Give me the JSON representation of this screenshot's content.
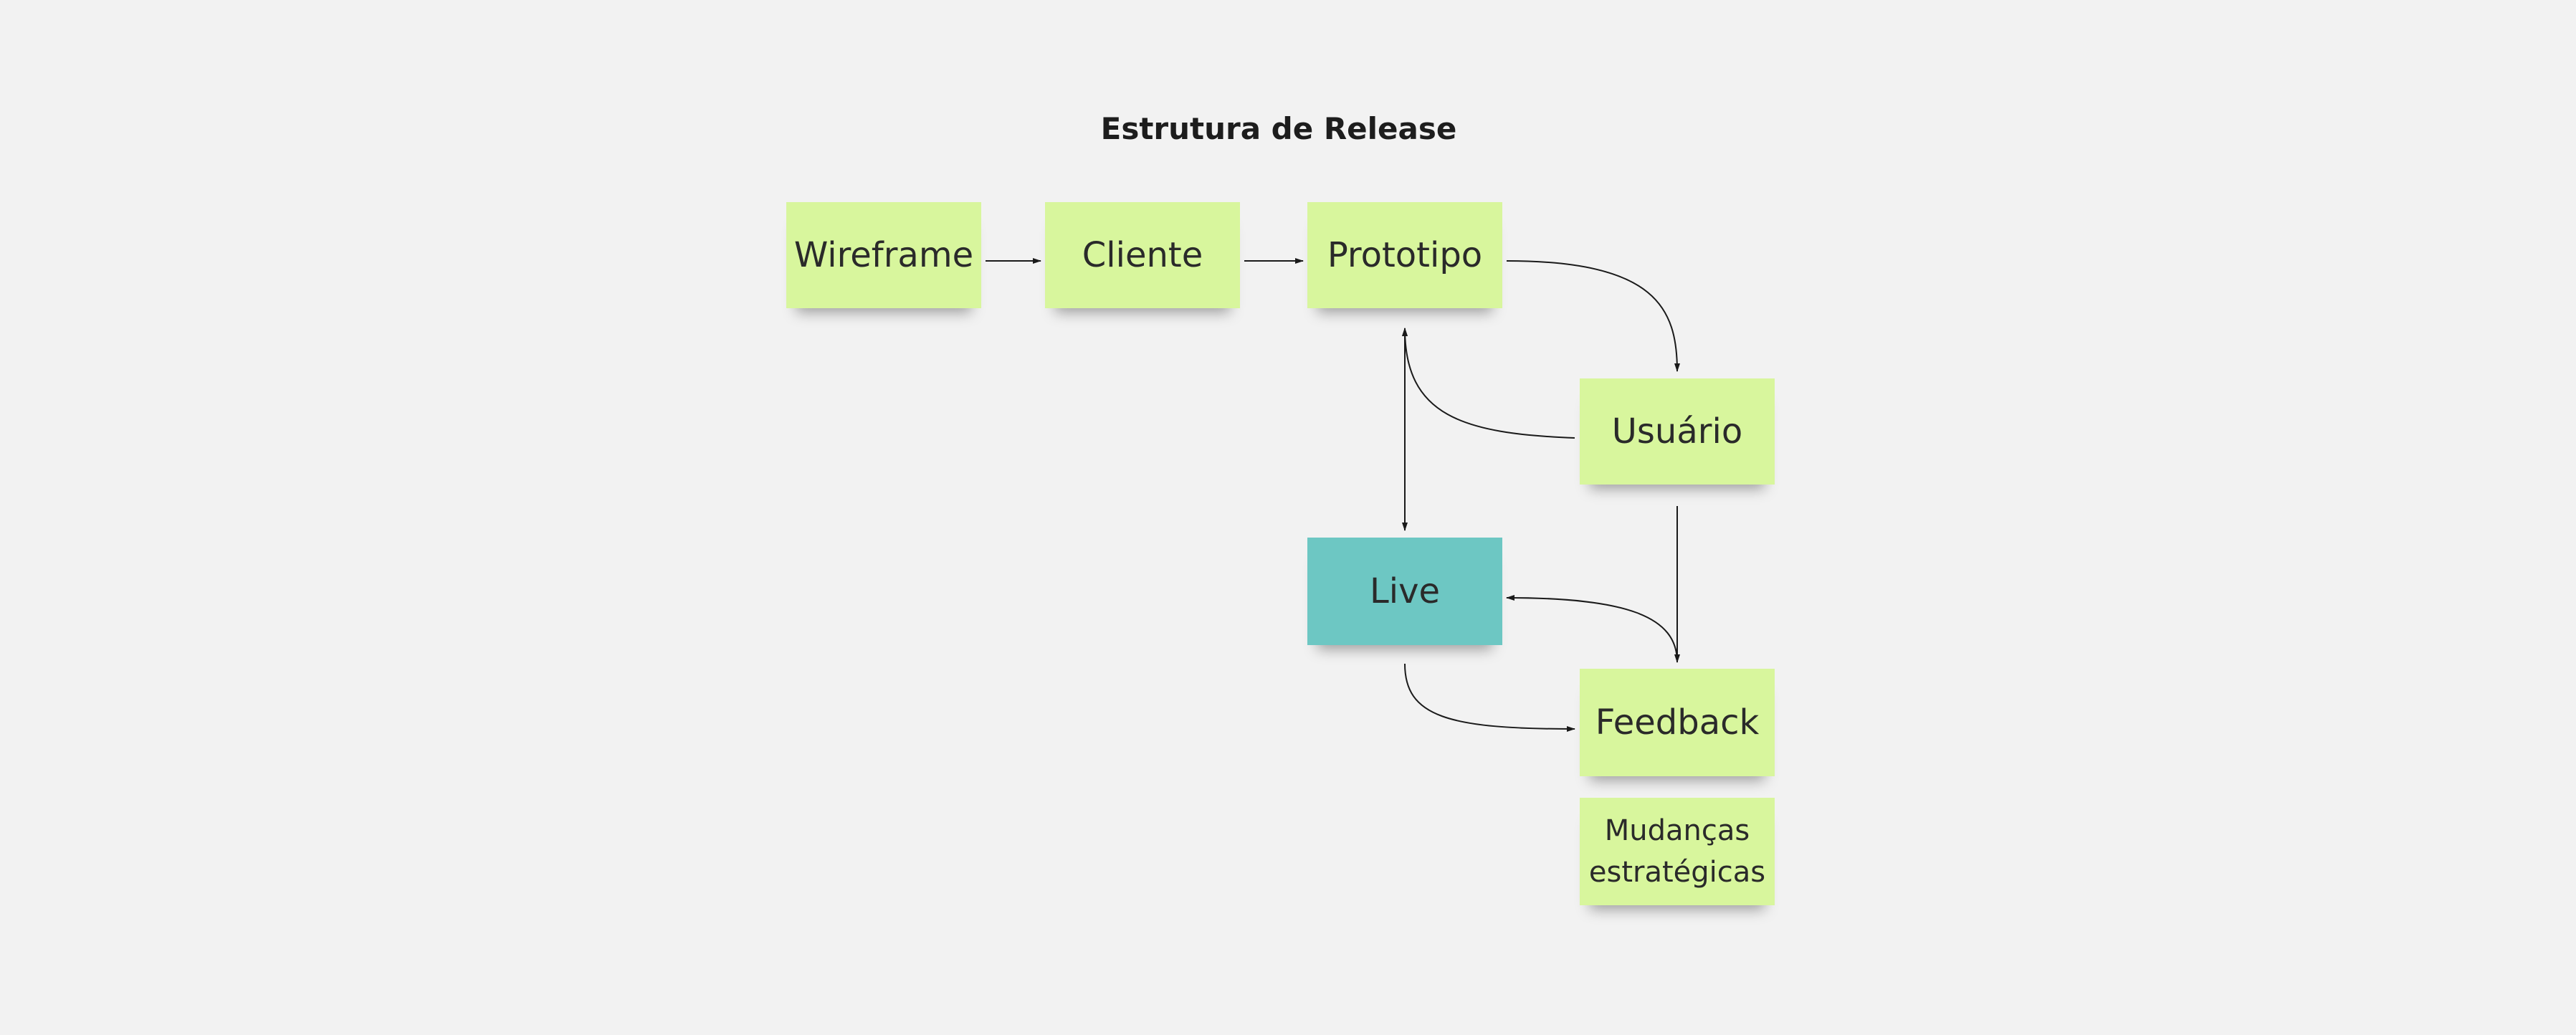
{
  "diagram": {
    "title": "Estrutura de Release",
    "nodes": [
      {
        "id": "wireframe",
        "label": "Wireframe",
        "color": "#d8f69d"
      },
      {
        "id": "cliente",
        "label": "Cliente",
        "color": "#d8f69d"
      },
      {
        "id": "prototipo",
        "label": "Prototipo",
        "color": "#d8f69d"
      },
      {
        "id": "usuario",
        "label": "Usuário",
        "color": "#d8f69d"
      },
      {
        "id": "live",
        "label": "Live",
        "color": "#6dc7c3"
      },
      {
        "id": "feedback",
        "label": "Feedback",
        "color": "#d8f69d"
      },
      {
        "id": "mudancas",
        "label": "Mudanças estratégicas",
        "color": "#d8f69d"
      }
    ],
    "edges": [
      {
        "from": "wireframe",
        "to": "cliente"
      },
      {
        "from": "cliente",
        "to": "prototipo"
      },
      {
        "from": "prototipo",
        "to": "usuario"
      },
      {
        "from": "usuario",
        "to": "prototipo"
      },
      {
        "from": "prototipo",
        "to": "live",
        "bidirectional": true
      },
      {
        "from": "usuario",
        "to": "feedback"
      },
      {
        "from": "feedback",
        "to": "live"
      },
      {
        "from": "live",
        "to": "feedback"
      }
    ]
  }
}
